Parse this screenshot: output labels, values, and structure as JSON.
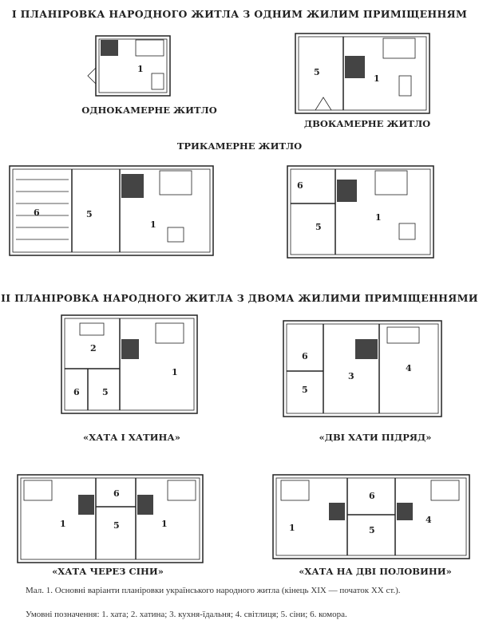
{
  "section1_title": "І ПЛАНІРОВКА НАРОДНОГО ЖИТЛА З ОДНИМ ЖИЛИМ ПРИМІЩЕННЯМ",
  "section2_title": "ІІ ПЛАНІРОВКА НАРОДНОГО ЖИТЛА З ДВОМА ЖИЛИМИ ПРИМІЩЕННЯМИ",
  "plans": {
    "one_chamber": {
      "label": "ОДНОКАМЕРНЕ ЖИТЛО",
      "rooms": [
        "1"
      ]
    },
    "two_chamber": {
      "label": "ДВОКАМЕРНЕ ЖИТЛО",
      "rooms": [
        "5",
        "1"
      ]
    },
    "three_chamber_title": "ТРИКАМЕРНЕ ЖИТЛО",
    "three_a": {
      "rooms": [
        "6",
        "5",
        "1"
      ]
    },
    "three_b": {
      "rooms": [
        "6",
        "5",
        "1"
      ]
    },
    "hata_khatyna": {
      "label": "«ХАТА І ХАТИНА»",
      "rooms": [
        "2",
        "1",
        "6",
        "5"
      ]
    },
    "dvi_khaty": {
      "label": "«ДВІ ХАТИ ПІДРЯД»",
      "rooms": [
        "6",
        "3",
        "4",
        "5"
      ]
    },
    "cherez_siny": {
      "label": "«ХАТА ЧЕРЕЗ СІНИ»",
      "rooms": [
        "1",
        "6",
        "5",
        "1"
      ]
    },
    "dvi_polovyny": {
      "label": "«ХАТА НА ДВІ ПОЛОВИНИ»",
      "rooms": [
        "6",
        "1",
        "5",
        "4"
      ]
    }
  },
  "caption": {
    "line1": "Мал. 1. Основні варіанти планіровки українського народного житла (кінець XIX — початок XX ст.).",
    "legend": "Умовні позначення: 1. хата; 2. хатина; 3. кухня-їдальня; 4. світлиця; 5. сіни; 6. комора."
  }
}
